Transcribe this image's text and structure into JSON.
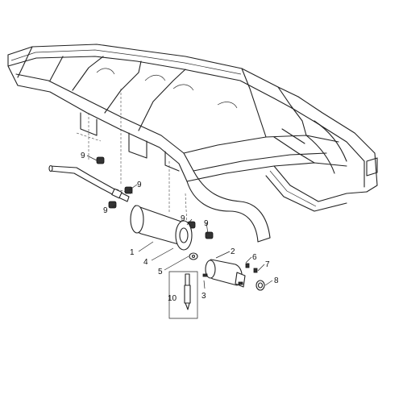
{
  "callouts": [
    {
      "id": "c1",
      "text": "1"
    },
    {
      "id": "c2",
      "text": "2"
    },
    {
      "id": "c3",
      "text": "3"
    },
    {
      "id": "c4",
      "text": "4"
    },
    {
      "id": "c5",
      "text": "5"
    },
    {
      "id": "c6",
      "text": "6"
    },
    {
      "id": "c7",
      "text": "7"
    },
    {
      "id": "c8",
      "text": "8"
    },
    {
      "id": "c9a",
      "text": "9"
    },
    {
      "id": "c9b",
      "text": "9"
    },
    {
      "id": "c9c",
      "text": "9"
    },
    {
      "id": "c9d",
      "text": "9"
    },
    {
      "id": "c9e",
      "text": "9"
    },
    {
      "id": "c10",
      "text": "10"
    }
  ]
}
